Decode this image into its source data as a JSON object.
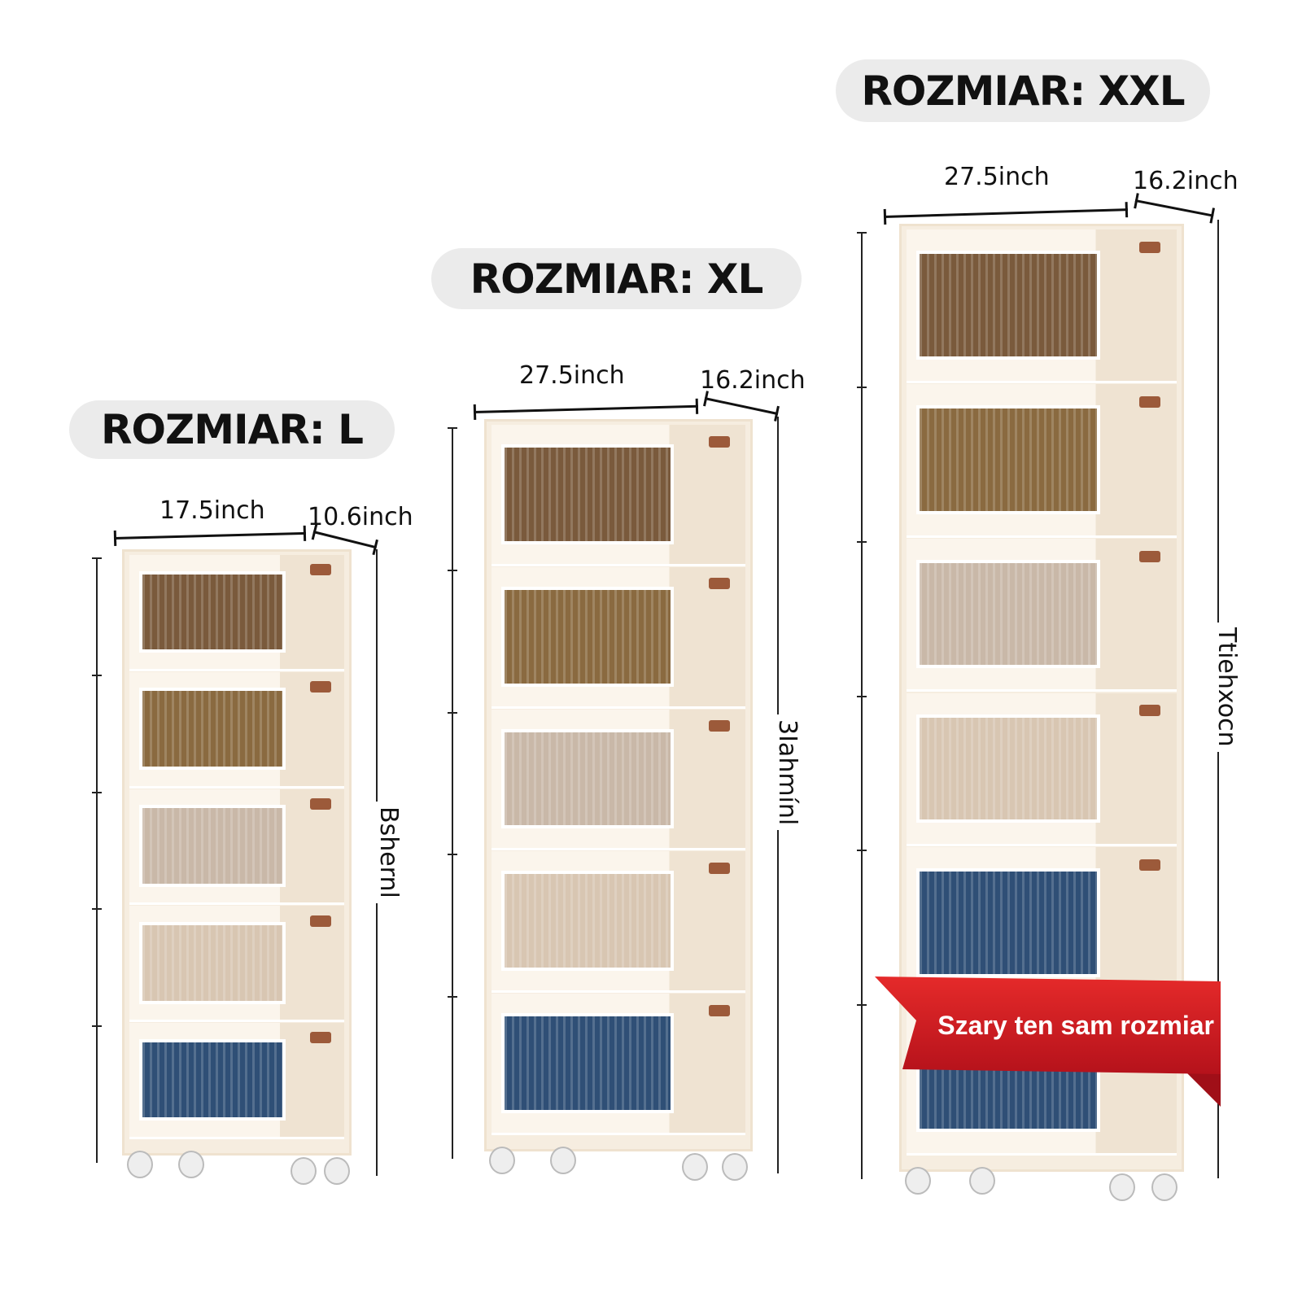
{
  "sizes": [
    {
      "label": "ROZMIAR: L",
      "width": "17.5inch",
      "depth": "10.6inch",
      "height": "Bshernl"
    },
    {
      "label": "ROZMIAR: XL",
      "width": "27.5inch",
      "depth": "16.2inch",
      "height": "3Iahmínl"
    },
    {
      "label": "ROZMIAR: XXL",
      "width": "27.5inch",
      "depth": "16.2inch",
      "height": "Ttiehxocn"
    }
  ],
  "ribbon": {
    "text": "Szary ten sam rozmiar"
  },
  "colors": {
    "ribbon": "#d71e25",
    "cabinet": "#f6ede0",
    "handle": "#9c5a3a",
    "pill": "#ebebeb"
  }
}
